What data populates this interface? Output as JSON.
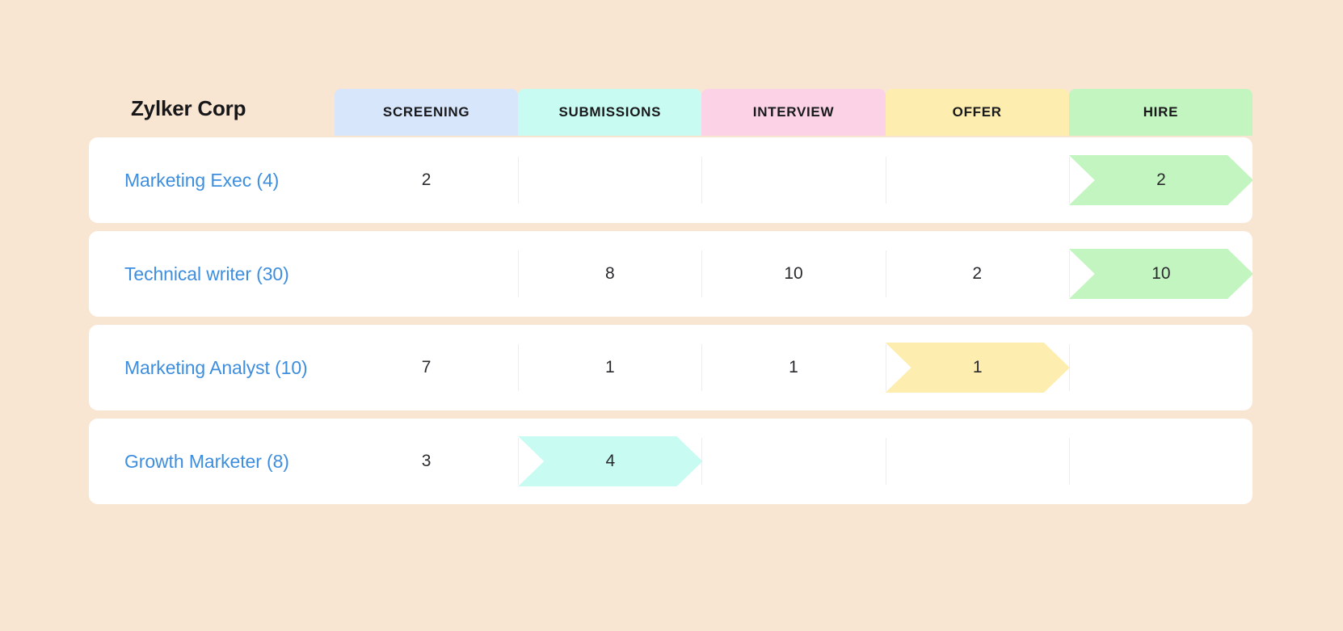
{
  "header": {
    "brand": "Zylker Corp",
    "stages": [
      {
        "label": "SCREENING",
        "color": "#d7e6fb"
      },
      {
        "label": "SUBMISSIONS",
        "color": "#c8fbf2"
      },
      {
        "label": "INTERVIEW",
        "color": "#fcd3e6"
      },
      {
        "label": "OFFER",
        "color": "#fdeeb0"
      },
      {
        "label": "HIRE",
        "color": "#c3f5c0"
      }
    ]
  },
  "theme": {
    "page_background": "#f9e6d2",
    "row_background": "#ffffff",
    "job_link_color": "#3e8ede",
    "value_color": "#2a2a2e"
  },
  "rows": [
    {
      "job": "Marketing Exec (4)",
      "cells": [
        {
          "value": "2",
          "highlight": false
        },
        {
          "value": "",
          "highlight": false
        },
        {
          "value": "",
          "highlight": false
        },
        {
          "value": "",
          "highlight": false
        },
        {
          "value": "2",
          "highlight": true,
          "color": "#c3f5c0"
        }
      ]
    },
    {
      "job": "Technical writer (30)",
      "cells": [
        {
          "value": "",
          "highlight": false
        },
        {
          "value": "8",
          "highlight": false
        },
        {
          "value": "10",
          "highlight": false
        },
        {
          "value": "2",
          "highlight": false
        },
        {
          "value": "10",
          "highlight": true,
          "color": "#c3f5c0"
        }
      ]
    },
    {
      "job": "Marketing Analyst (10)",
      "cells": [
        {
          "value": "7",
          "highlight": false
        },
        {
          "value": "1",
          "highlight": false
        },
        {
          "value": "1",
          "highlight": false
        },
        {
          "value": "1",
          "highlight": true,
          "color": "#fdeeb0"
        },
        {
          "value": "",
          "highlight": false
        }
      ]
    },
    {
      "job": "Growth Marketer (8)",
      "cells": [
        {
          "value": "3",
          "highlight": false
        },
        {
          "value": "4",
          "highlight": true,
          "color": "#c8fbf2"
        },
        {
          "value": "",
          "highlight": false
        },
        {
          "value": "",
          "highlight": false
        },
        {
          "value": "",
          "highlight": false
        }
      ]
    }
  ]
}
